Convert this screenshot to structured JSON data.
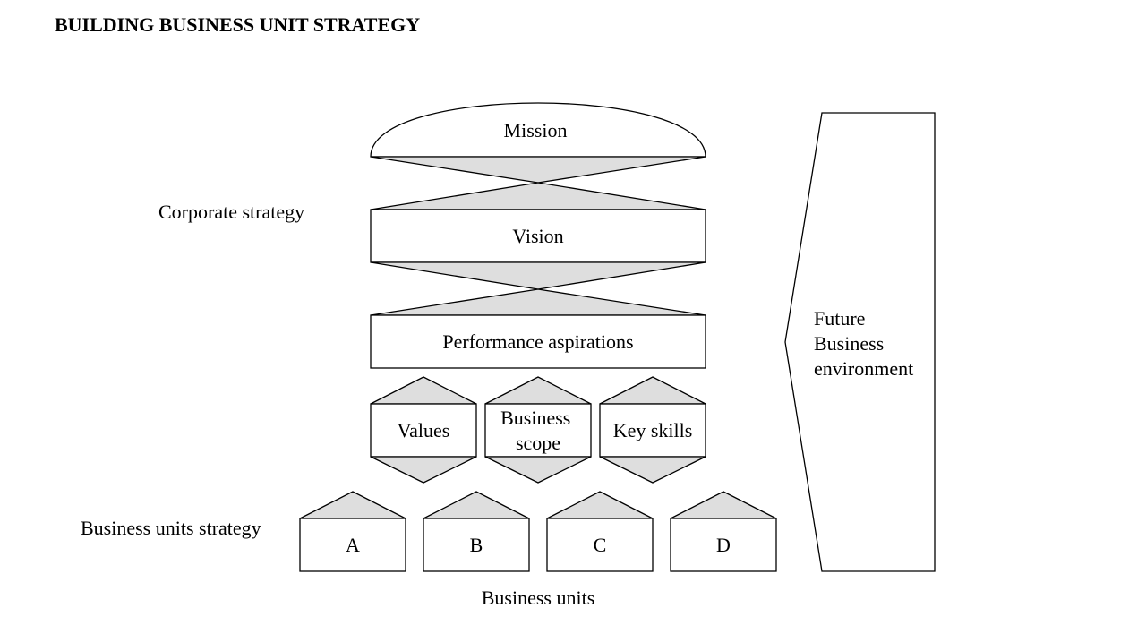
{
  "title": "BUILDING BUSINESS UNIT STRATEGY",
  "levels": {
    "corporate": "Corporate strategy",
    "business_units": "Business units strategy"
  },
  "corporate": {
    "mission": "Mission",
    "vision": "Vision",
    "performance": "Performance aspirations"
  },
  "pillars": [
    {
      "lines": [
        "Values"
      ]
    },
    {
      "lines": [
        "Business",
        "scope"
      ]
    },
    {
      "lines": [
        "Key skills"
      ]
    }
  ],
  "units": [
    "A",
    "B",
    "C",
    "D"
  ],
  "units_caption": "Business units",
  "environment": {
    "lines": [
      "Future",
      "Business",
      "environment"
    ]
  },
  "colors": {
    "stroke": "#000000",
    "fill_shade": "#dedede",
    "fill_box": "#ffffff"
  }
}
